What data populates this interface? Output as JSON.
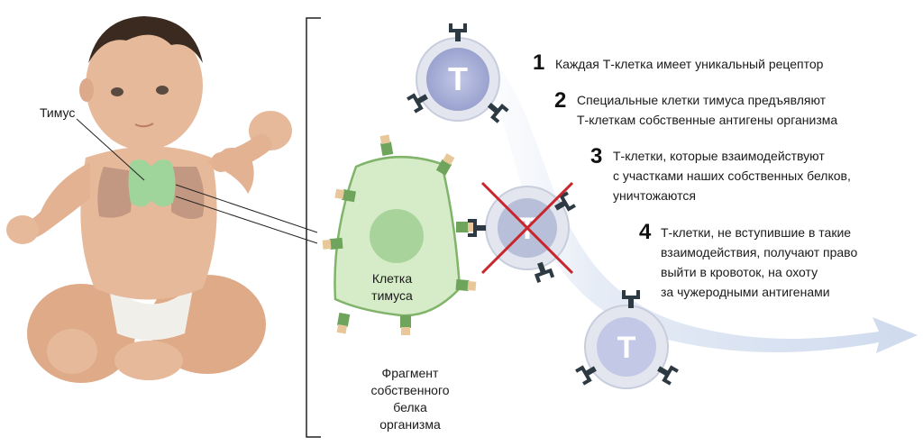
{
  "labels": {
    "thymus": "Тимус",
    "thymus_cell": "Клетка\nтимуса",
    "self_protein_fragment": "Фрагмент\nсобственного\nбелка\nорганизма",
    "t_cell_letter": "Т"
  },
  "steps": [
    {
      "num": "1",
      "text": "Каждая Т-клетка имеет уникальный рецептор"
    },
    {
      "num": "2",
      "text": "Специальные клетки тимуса предъявляют\nТ-клеткам собственные антигены организма"
    },
    {
      "num": "3",
      "text": "Т-клетки, которые взаимодействуют\nс участками наших собственных белков,\nуничтожаются"
    },
    {
      "num": "4",
      "text": "Т-клетки, не вступившие в такие\n взаимодействия, получают право\n выйти в кровоток, на охоту\nза чужеродными антигенами"
    }
  ],
  "colors": {
    "skin": "#e6b99a",
    "skin_shadow": "#d39e7e",
    "hair": "#3a2a20",
    "thymus": "#9fd49a",
    "lung": "#b48a78",
    "thymus_cell_fill": "#d6ecc8",
    "thymus_cell_stroke": "#7fb46a",
    "nucleus": "#a8d49c",
    "t_cell_outer": "#dfe3ee",
    "t_cell_inner": "#9fa6cf",
    "receptor": "#2d3a44",
    "antigen_green": "#6fa45c",
    "antigen_tan": "#e8c79a",
    "cross": "#c8262c",
    "arrow": "#dfe7f3"
  }
}
